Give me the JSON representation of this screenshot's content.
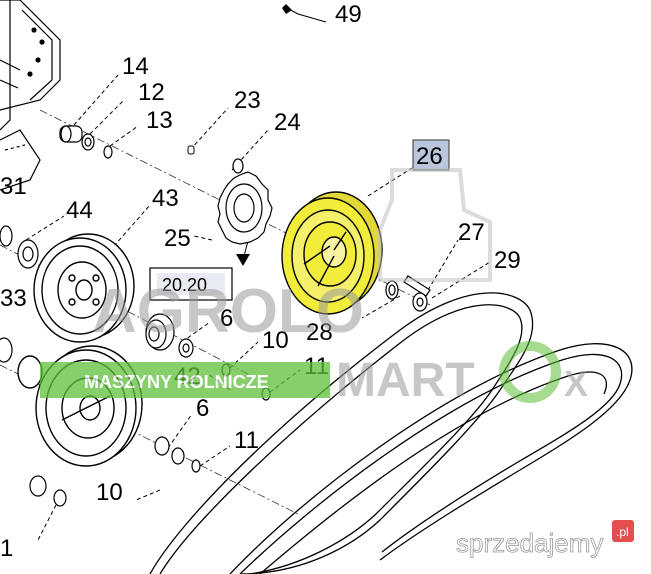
{
  "callouts": {
    "p49": "49",
    "p14": "14",
    "p12": "12",
    "p13": "13",
    "p23": "23",
    "p24": "24",
    "p31": "31",
    "p44": "44",
    "p43": "43",
    "p25": "25",
    "p26": "26",
    "p27": "27",
    "p29": "29",
    "p33": "33",
    "p6a": "6",
    "p10a": "10",
    "p28": "28",
    "p11a": "11",
    "p42": "42",
    "p6b": "6",
    "p11b": "11",
    "p10b": "10",
    "p1": "1"
  },
  "reference_box": "20.20",
  "watermark": {
    "brand_left": "AGROLO",
    "brand_right": "MART",
    "brand_x": "X",
    "tagline": "MASZYNY ROLNICZE",
    "site": "sprzedajemy",
    "site_tld": ".pl"
  },
  "colors": {
    "highlight_yellow": "#f2ec3a",
    "highlight_box": "#b9c6dc",
    "watermark_green": "#5fbf3a",
    "watermark_grey": "#9a9a9a"
  }
}
